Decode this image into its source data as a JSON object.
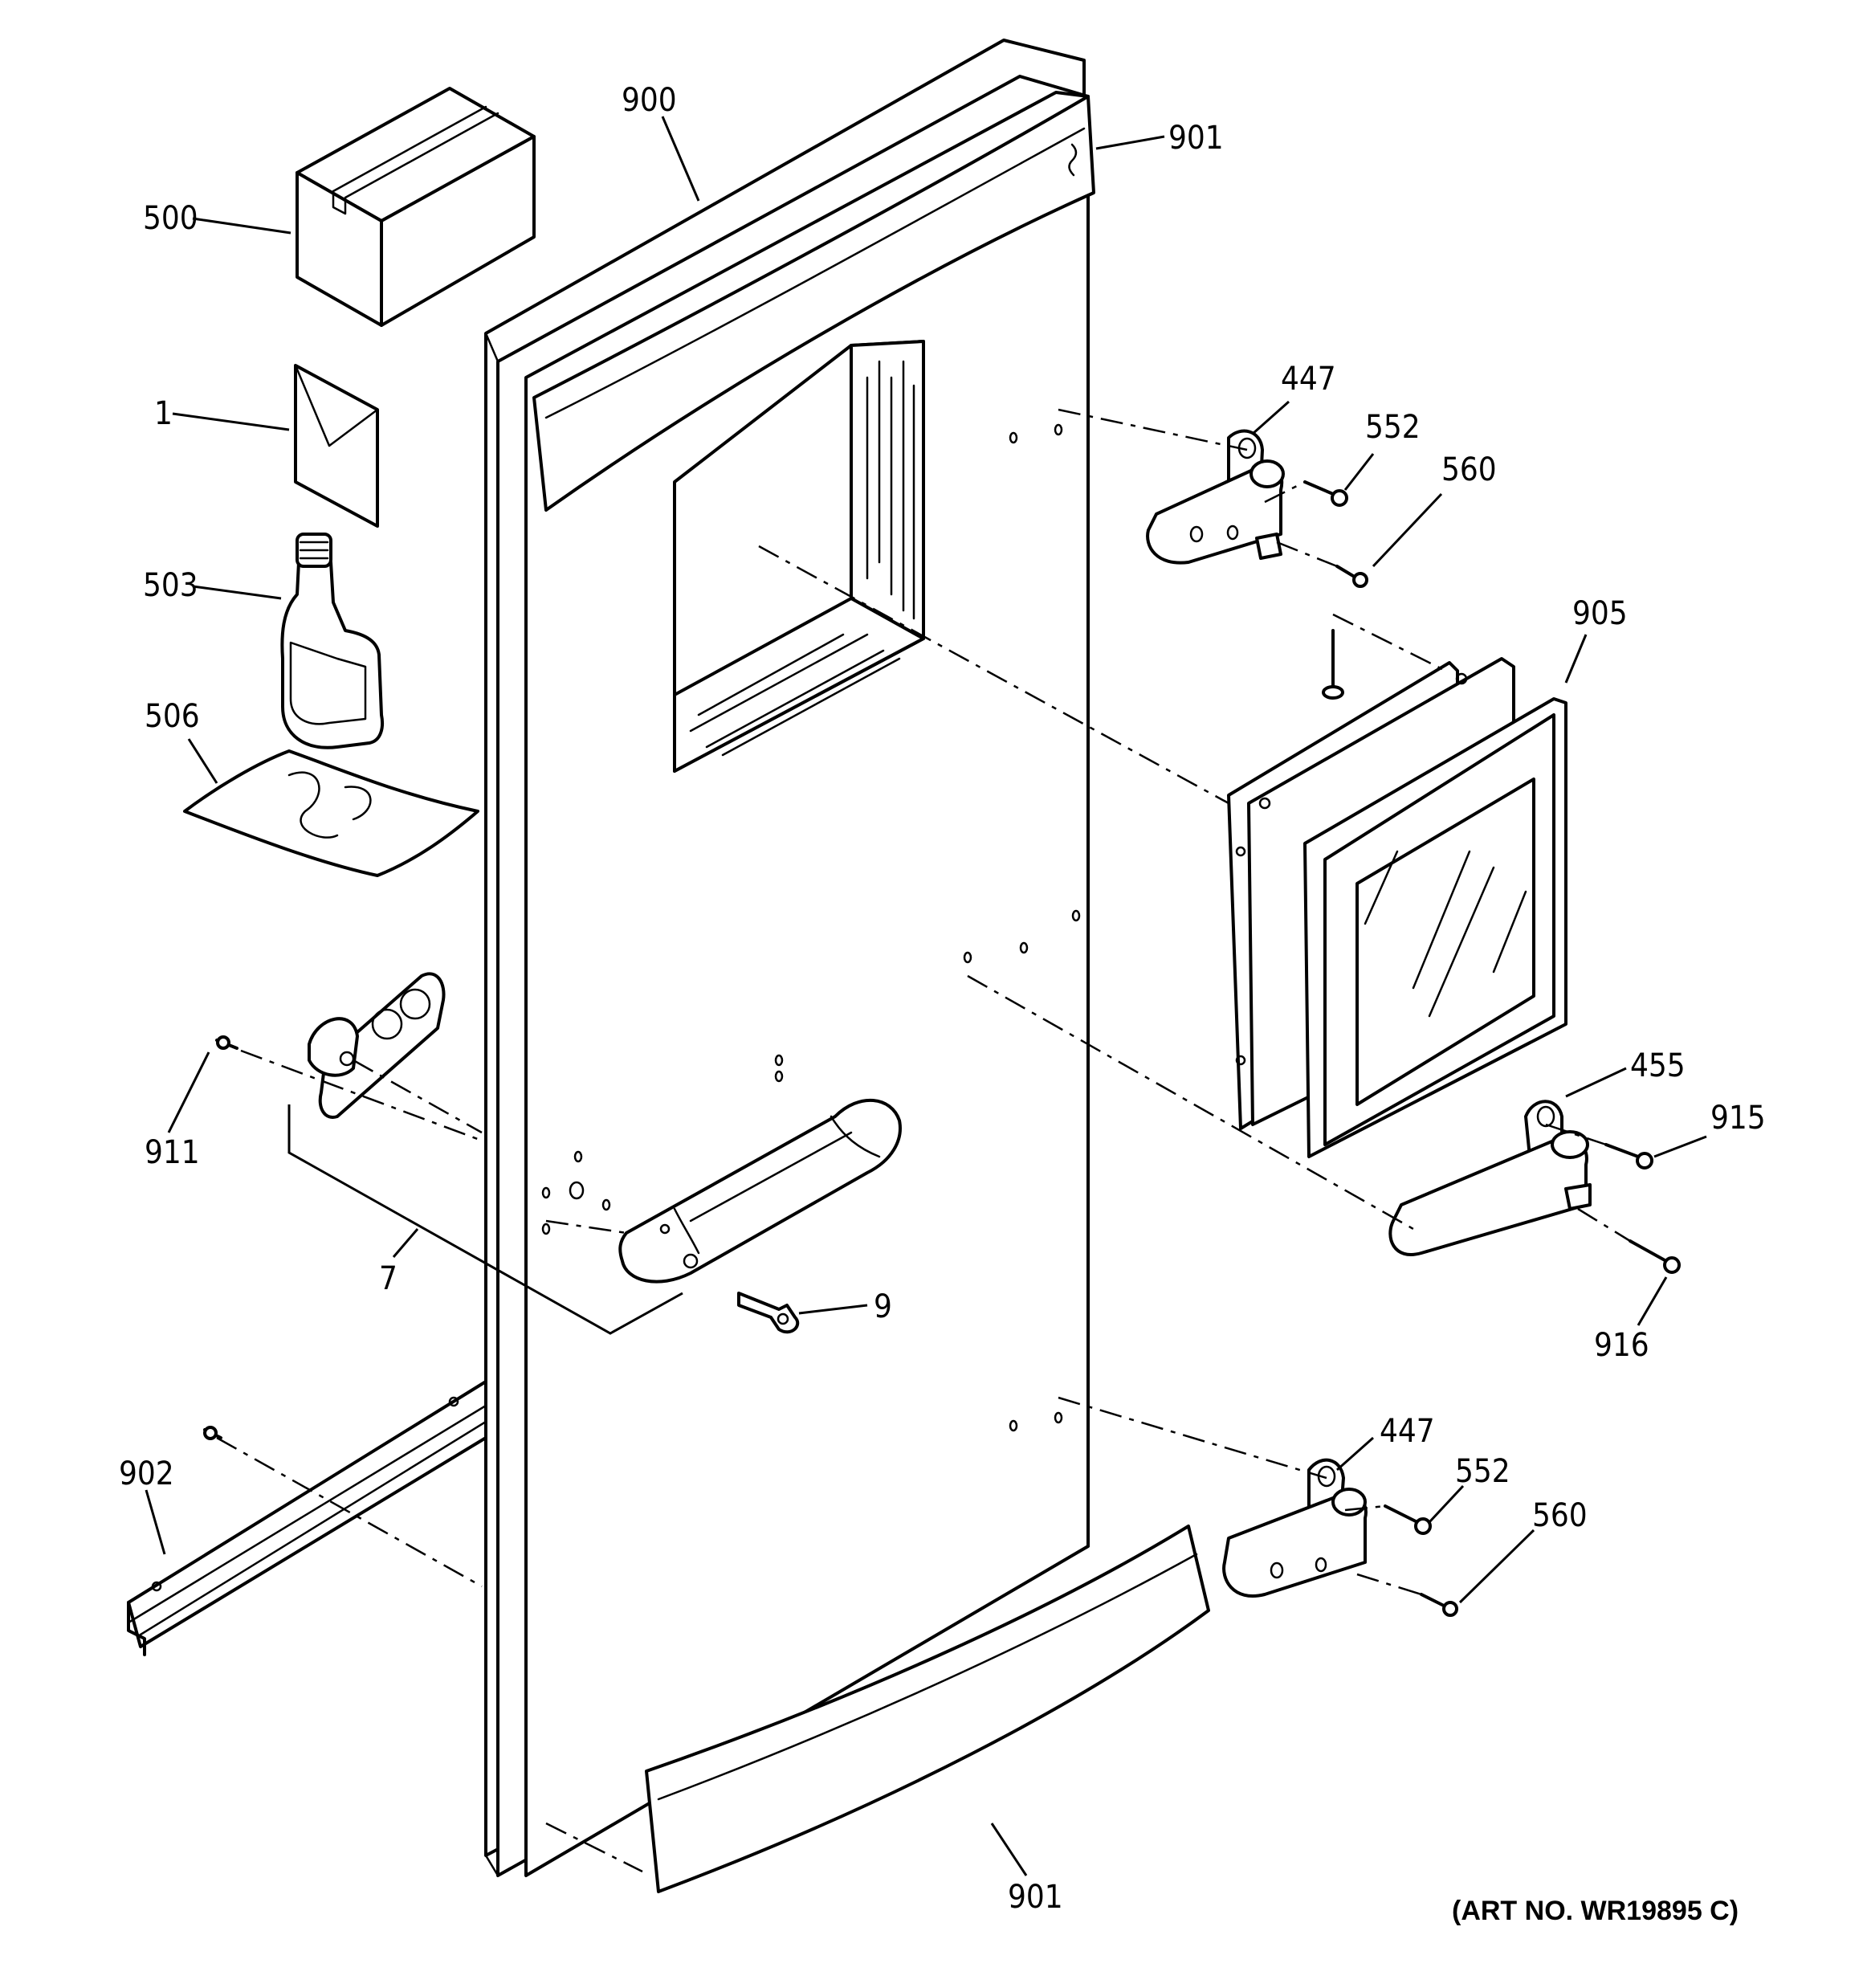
{
  "diagram": {
    "art_number": "(ART NO. WR19895 C)",
    "callouts": {
      "c900": "900",
      "c901_top": "901",
      "c901_bottom": "901",
      "c500": "500",
      "c1": "1",
      "c503": "503",
      "c506": "506",
      "c447_top": "447",
      "c552_top": "552",
      "c560_top": "560",
      "c905": "905",
      "c455": "455",
      "c915": "915",
      "c916": "916",
      "c911": "911",
      "c7": "7",
      "c9": "9",
      "c902": "902",
      "c447_bottom": "447",
      "c552_bottom": "552",
      "c560_bottom": "560"
    }
  }
}
